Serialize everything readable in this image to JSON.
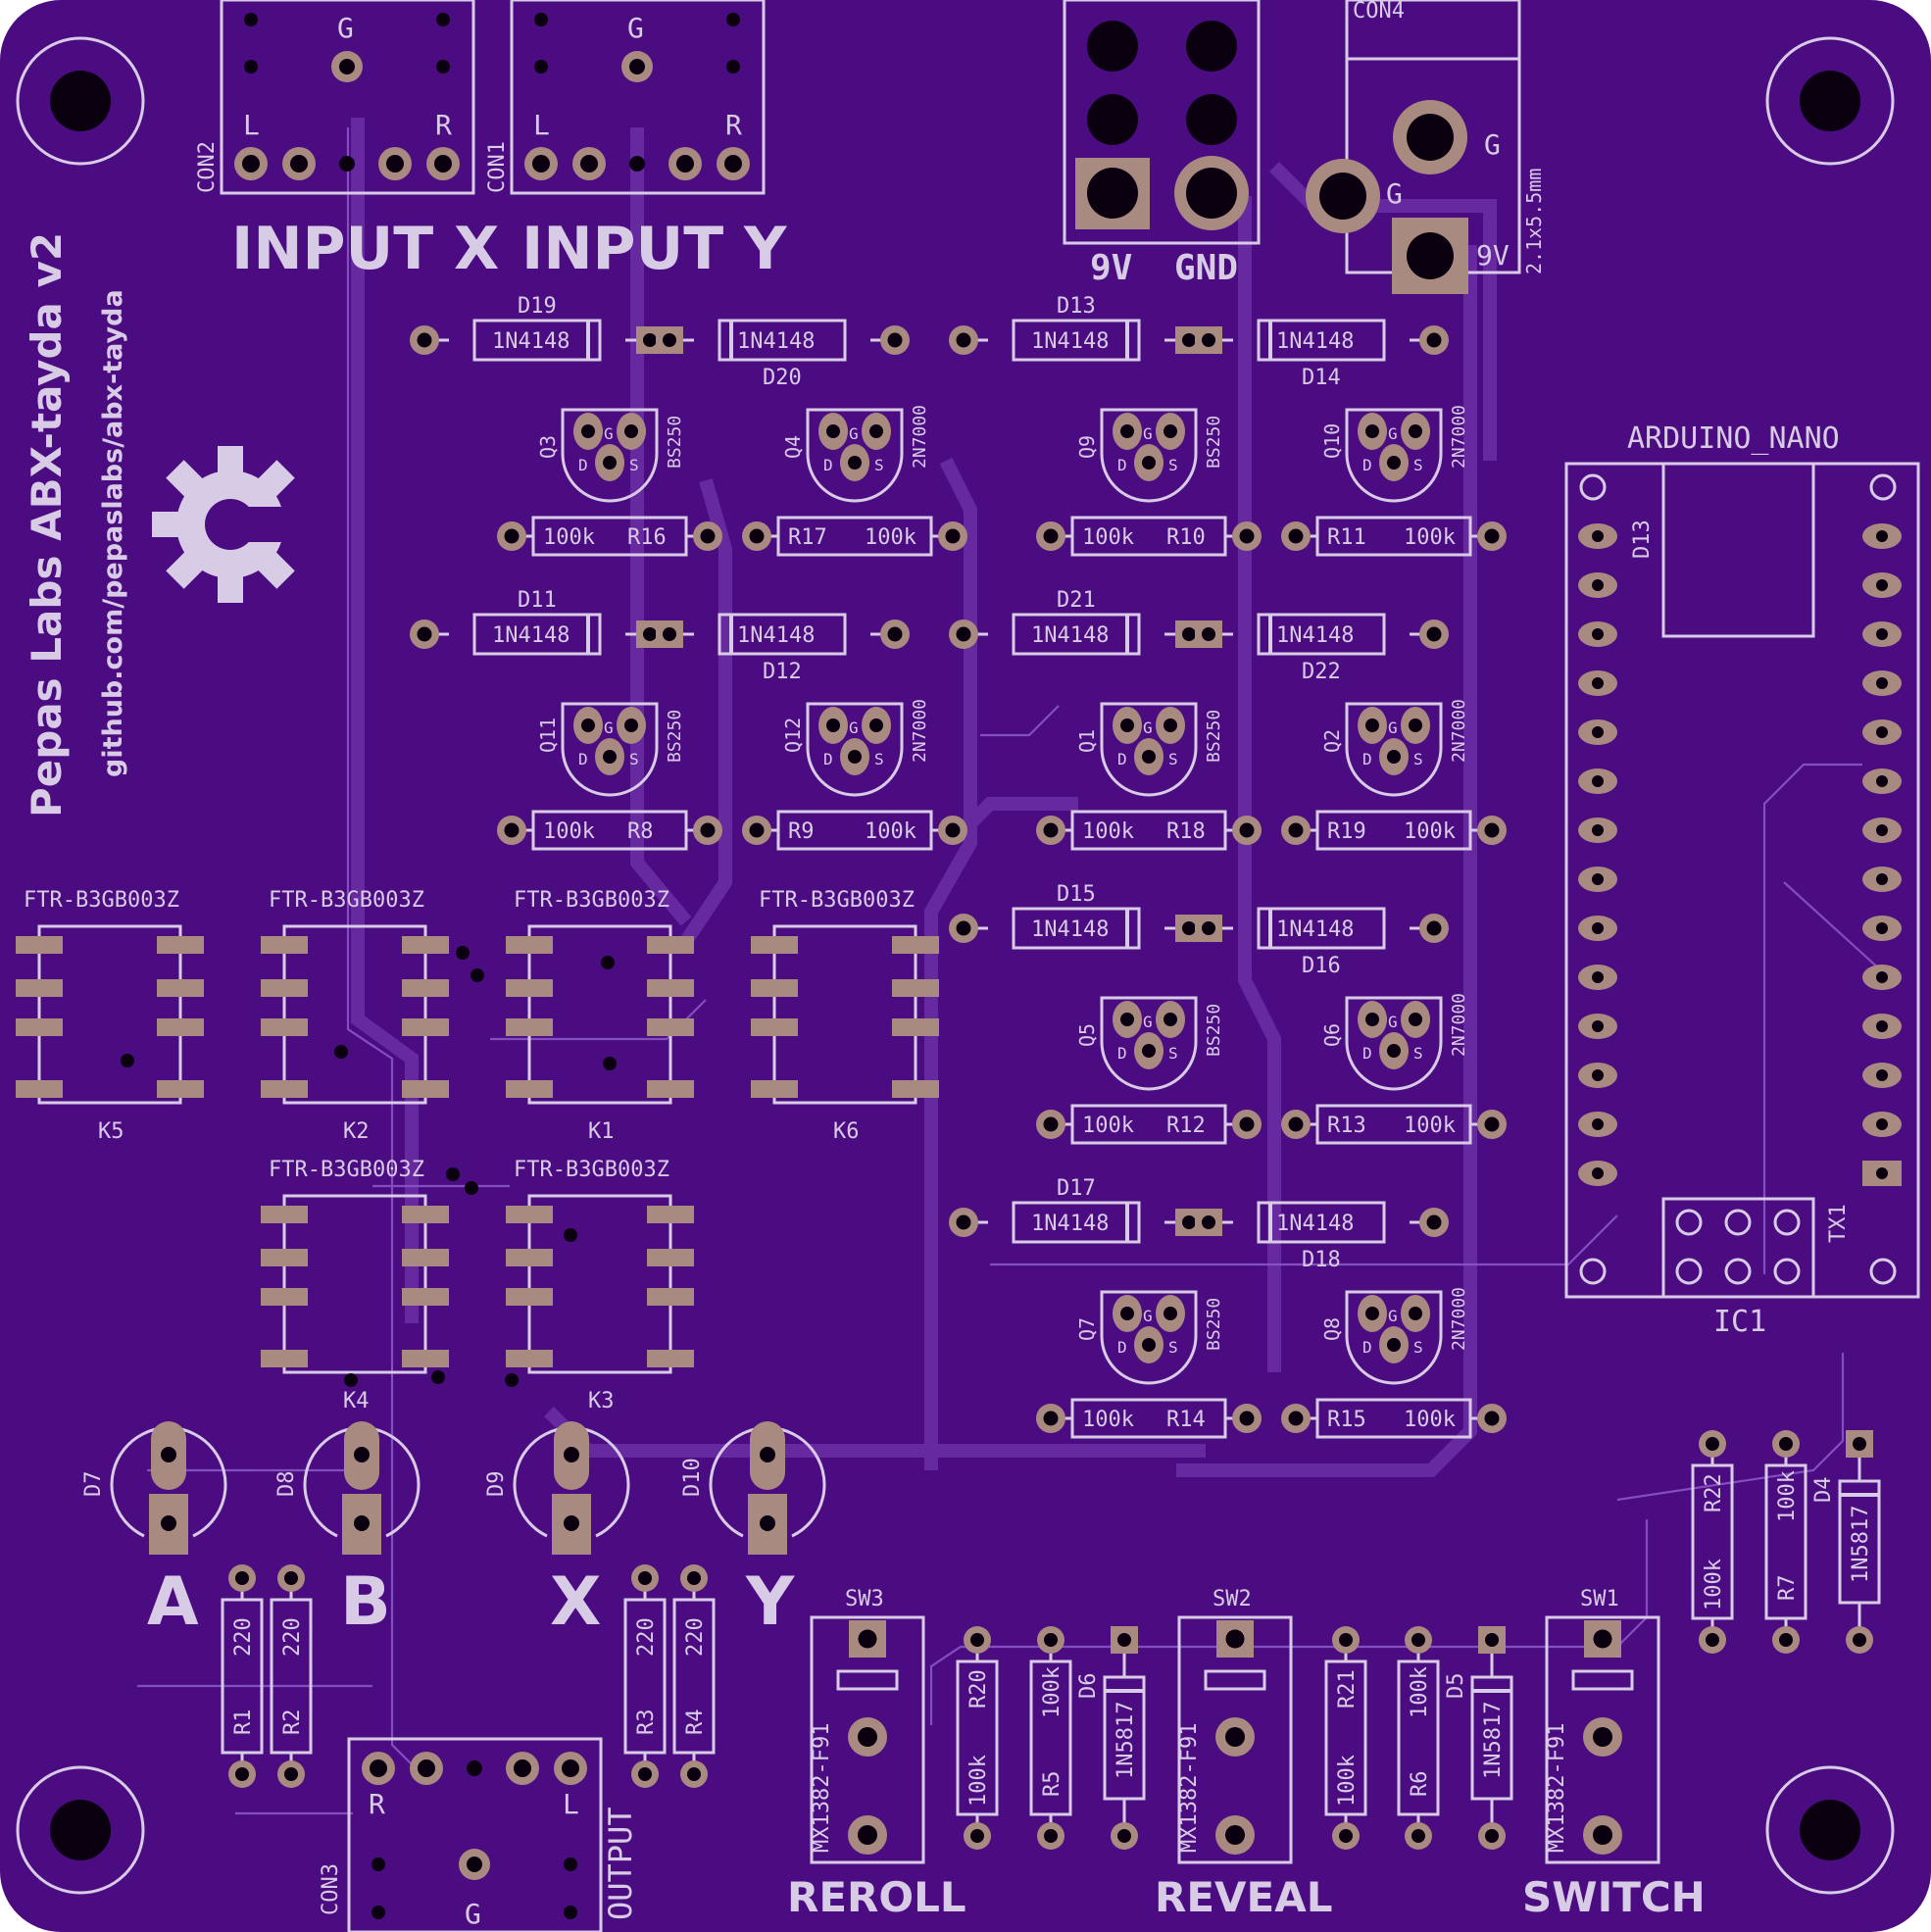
{
  "board": {
    "title": "Pepas Labs ABX-tayda v2",
    "url": "github.com/pepaslabs/abx-tayda"
  },
  "colors": {
    "board": "#4b0c82",
    "silk": "#d8cbe6",
    "pad": "#a98a80",
    "trace": "#6c2fa6",
    "hole": "#0a0010"
  },
  "inputs": {
    "con2": {
      "ref": "CON2",
      "g": "G",
      "l": "L",
      "r": "R"
    },
    "con1": {
      "ref": "CON1",
      "g": "G",
      "l": "L",
      "r": "R"
    },
    "x_label": "INPUT X",
    "y_label": "INPUT Y"
  },
  "power": {
    "header_9v": "9V",
    "header_gnd": "GND",
    "con4": "CON4",
    "jack_g1": "G",
    "jack_g2": "G",
    "jack_9v": "9V",
    "jack_size": "2.1x5.5mm"
  },
  "diodes": [
    {
      "ref": "D19",
      "part": "1N4148"
    },
    {
      "ref": "D20",
      "part": "1N4148"
    },
    {
      "ref": "D13",
      "part": "1N4148"
    },
    {
      "ref": "D14",
      "part": "1N4148"
    },
    {
      "ref": "D11",
      "part": "1N4148"
    },
    {
      "ref": "D12",
      "part": "1N4148"
    },
    {
      "ref": "D21",
      "part": "1N4148"
    },
    {
      "ref": "D22",
      "part": "1N4148"
    },
    {
      "ref": "D15",
      "part": "1N4148"
    },
    {
      "ref": "D16",
      "part": "1N4148"
    },
    {
      "ref": "D17",
      "part": "1N4148"
    },
    {
      "ref": "D18",
      "part": "1N4148"
    }
  ],
  "transistors": [
    {
      "ref": "Q3",
      "part": "BS250"
    },
    {
      "ref": "Q4",
      "part": "2N7000"
    },
    {
      "ref": "Q9",
      "part": "BS250"
    },
    {
      "ref": "Q10",
      "part": "2N7000"
    },
    {
      "ref": "Q11",
      "part": "BS250"
    },
    {
      "ref": "Q12",
      "part": "2N7000"
    },
    {
      "ref": "Q1",
      "part": "BS250"
    },
    {
      "ref": "Q2",
      "part": "2N7000"
    },
    {
      "ref": "Q5",
      "part": "BS250"
    },
    {
      "ref": "Q6",
      "part": "2N7000"
    },
    {
      "ref": "Q7",
      "part": "BS250"
    },
    {
      "ref": "Q8",
      "part": "2N7000"
    }
  ],
  "pin_labels": {
    "g": "G",
    "d": "D",
    "s": "S"
  },
  "resistors": [
    {
      "ref": "R16",
      "val": "100k"
    },
    {
      "ref": "R17",
      "val": "100k"
    },
    {
      "ref": "R10",
      "val": "100k"
    },
    {
      "ref": "R11",
      "val": "100k"
    },
    {
      "ref": "R8",
      "val": "100k"
    },
    {
      "ref": "R9",
      "val": "100k"
    },
    {
      "ref": "R18",
      "val": "100k"
    },
    {
      "ref": "R19",
      "val": "100k"
    },
    {
      "ref": "R12",
      "val": "100k"
    },
    {
      "ref": "R13",
      "val": "100k"
    },
    {
      "ref": "R14",
      "val": "100k"
    },
    {
      "ref": "R15",
      "val": "100k"
    }
  ],
  "relays": [
    {
      "ref": "K5",
      "part": "FTR-B3GB003Z"
    },
    {
      "ref": "K2",
      "part": "FTR-B3GB003Z"
    },
    {
      "ref": "K1",
      "part": "FTR-B3GB003Z"
    },
    {
      "ref": "K6",
      "part": "FTR-B3GB003Z"
    },
    {
      "ref": "K4",
      "part": "FTR-B3GB003Z"
    },
    {
      "ref": "K3",
      "part": "FTR-B3GB003Z"
    }
  ],
  "arduino": {
    "name": "ARDUINO_NANO",
    "d13": "D13",
    "tx1": "TX1",
    "ref": "IC1"
  },
  "leds": [
    {
      "ref": "D7",
      "letter": "A"
    },
    {
      "ref": "D8",
      "letter": "B"
    },
    {
      "ref": "D9",
      "letter": "X"
    },
    {
      "ref": "D10",
      "letter": "Y"
    }
  ],
  "led_resistors": [
    {
      "ref": "R1",
      "val": "220"
    },
    {
      "ref": "R2",
      "val": "220"
    },
    {
      "ref": "R3",
      "val": "220"
    },
    {
      "ref": "R4",
      "val": "220"
    }
  ],
  "output": {
    "ref": "CON3",
    "label": "OUTPUT",
    "r": "R",
    "l": "L",
    "g": "G"
  },
  "switches": [
    {
      "ref": "SW3",
      "part": "MX1382-F91",
      "label": "REROLL"
    },
    {
      "ref": "SW2",
      "part": "MX1382-F91",
      "label": "REVEAL"
    },
    {
      "ref": "SW1",
      "part": "MX1382-F91",
      "label": "SWITCH"
    }
  ],
  "switch_parts": [
    {
      "ref": "R20",
      "val": "100k"
    },
    {
      "ref": "R5",
      "val": "100k"
    },
    {
      "ref": "D6",
      "val": "1N5817"
    },
    {
      "ref": "R21",
      "val": "100k"
    },
    {
      "ref": "R6",
      "val": "100k"
    },
    {
      "ref": "D5",
      "val": "1N5817"
    }
  ],
  "power_parts": [
    {
      "ref": "R22",
      "val": "100k"
    },
    {
      "ref": "R7",
      "val": "100k"
    },
    {
      "ref": "D4",
      "val": "1N5817"
    }
  ]
}
